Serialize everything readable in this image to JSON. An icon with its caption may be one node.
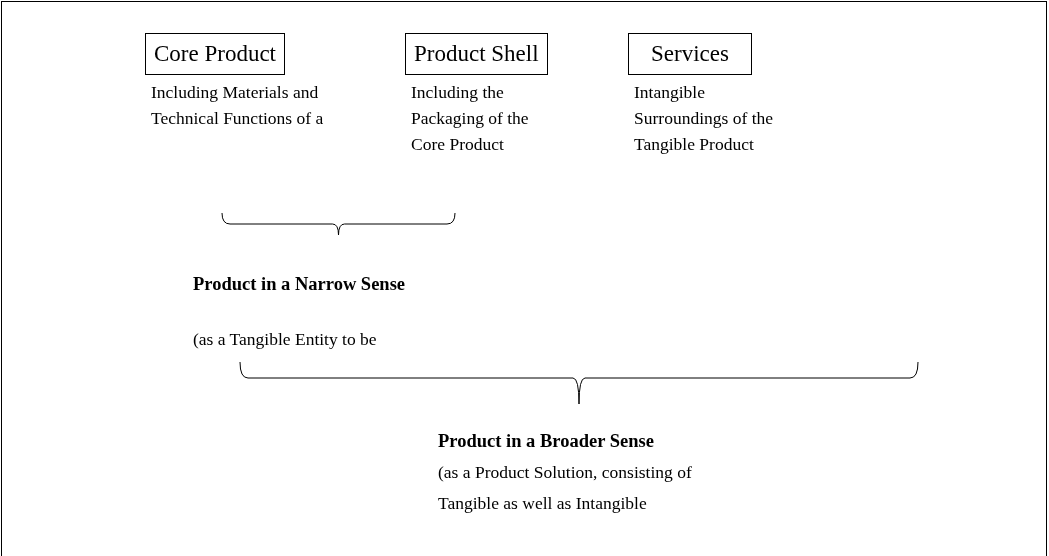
{
  "diagram": {
    "nodes": [
      {
        "text": [
          "Core Product"
        ],
        "beside": [
          "Including Materials and Technical Functions of a"
        ]
      },
      {
        "text": [
          "Product Shell"
        ],
        "beside": [
          "Including the Packaging of the Core Product"
        ]
      },
      {
        "text": [
          "Services"
        ],
        "beside": [
          "Intangible Surroundings of the Tangible Product"
        ]
      }
    ],
    "labels": [
      "Product in a Narrow Sense",
      "(as a Tangible Entity to be",
      "Product in a Broader Sense",
      "(as a Product Solution, consisting of Tangible as well as Intangible"
    ]
  }
}
